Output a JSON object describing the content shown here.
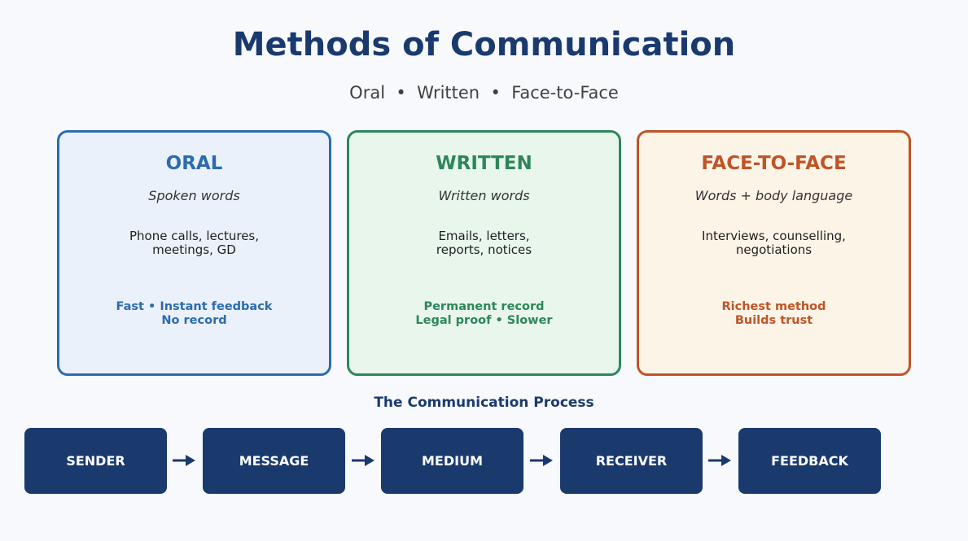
{
  "title": "Methods of Communication",
  "subtitle": "Oral  •  Written  •  Face-to-Face",
  "colors": {
    "oral": "#2c6bb0",
    "oral_bg": "#eaf1fb",
    "written": "#2d8659",
    "written_bg": "#e8f6ec",
    "face": "#bf5426",
    "face_bg": "#fdf4e8",
    "navy": "#1a3a6e"
  },
  "cards": [
    {
      "title": "ORAL",
      "subtitle": "Spoken words",
      "examples": [
        "Phone calls, lectures,",
        "meetings, GD"
      ],
      "traits": [
        "Fast • Instant feedback",
        "No record"
      ]
    },
    {
      "title": "WRITTEN",
      "subtitle": "Written words",
      "examples": [
        "Emails, letters,",
        "reports, notices"
      ],
      "traits": [
        "Permanent record",
        "Legal proof • Slower"
      ]
    },
    {
      "title": "FACE-TO-FACE",
      "subtitle": "Words + body language",
      "examples": [
        "Interviews, counselling,",
        "negotiations"
      ],
      "traits": [
        "Richest method",
        "Builds trust"
      ]
    }
  ],
  "process": {
    "title": "The Communication Process",
    "steps": [
      "SENDER",
      "MESSAGE",
      "MEDIUM",
      "RECEIVER",
      "FEEDBACK"
    ]
  }
}
